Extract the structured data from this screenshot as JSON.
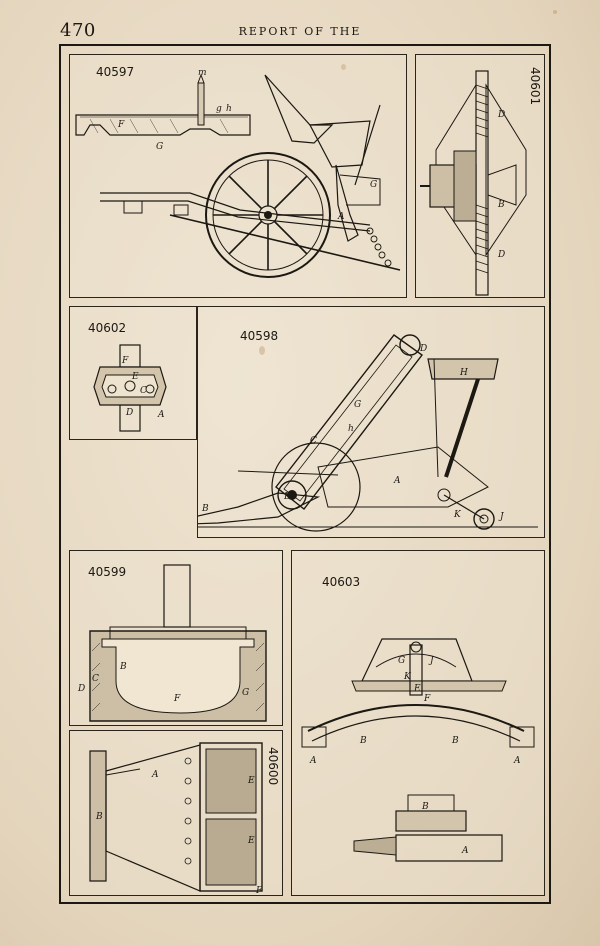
{
  "header": {
    "page_number": "470",
    "running_title": "REPORT OF THE"
  },
  "figures": [
    {
      "id": "40597",
      "labels": [
        "m",
        "g",
        "h",
        "F",
        "G",
        "G",
        "A"
      ]
    },
    {
      "id": "40601",
      "labels": [
        "D",
        "B",
        "D"
      ]
    },
    {
      "id": "40602",
      "labels": [
        "F",
        "E",
        "C",
        "D",
        "A"
      ]
    },
    {
      "id": "40598",
      "labels": [
        "D",
        "H",
        "G",
        "h",
        "C",
        "I",
        "A",
        "B",
        "D",
        "K",
        "J"
      ]
    },
    {
      "id": "40599",
      "labels": [
        "B",
        "C",
        "D",
        "F",
        "G"
      ]
    },
    {
      "id": "40603",
      "labels": [
        "G",
        "J",
        "K",
        "F",
        "E",
        "B",
        "B",
        "A",
        "A",
        "B",
        "A"
      ]
    },
    {
      "id": "40600",
      "labels": [
        "A",
        "B",
        "E",
        "E",
        "F"
      ]
    }
  ]
}
